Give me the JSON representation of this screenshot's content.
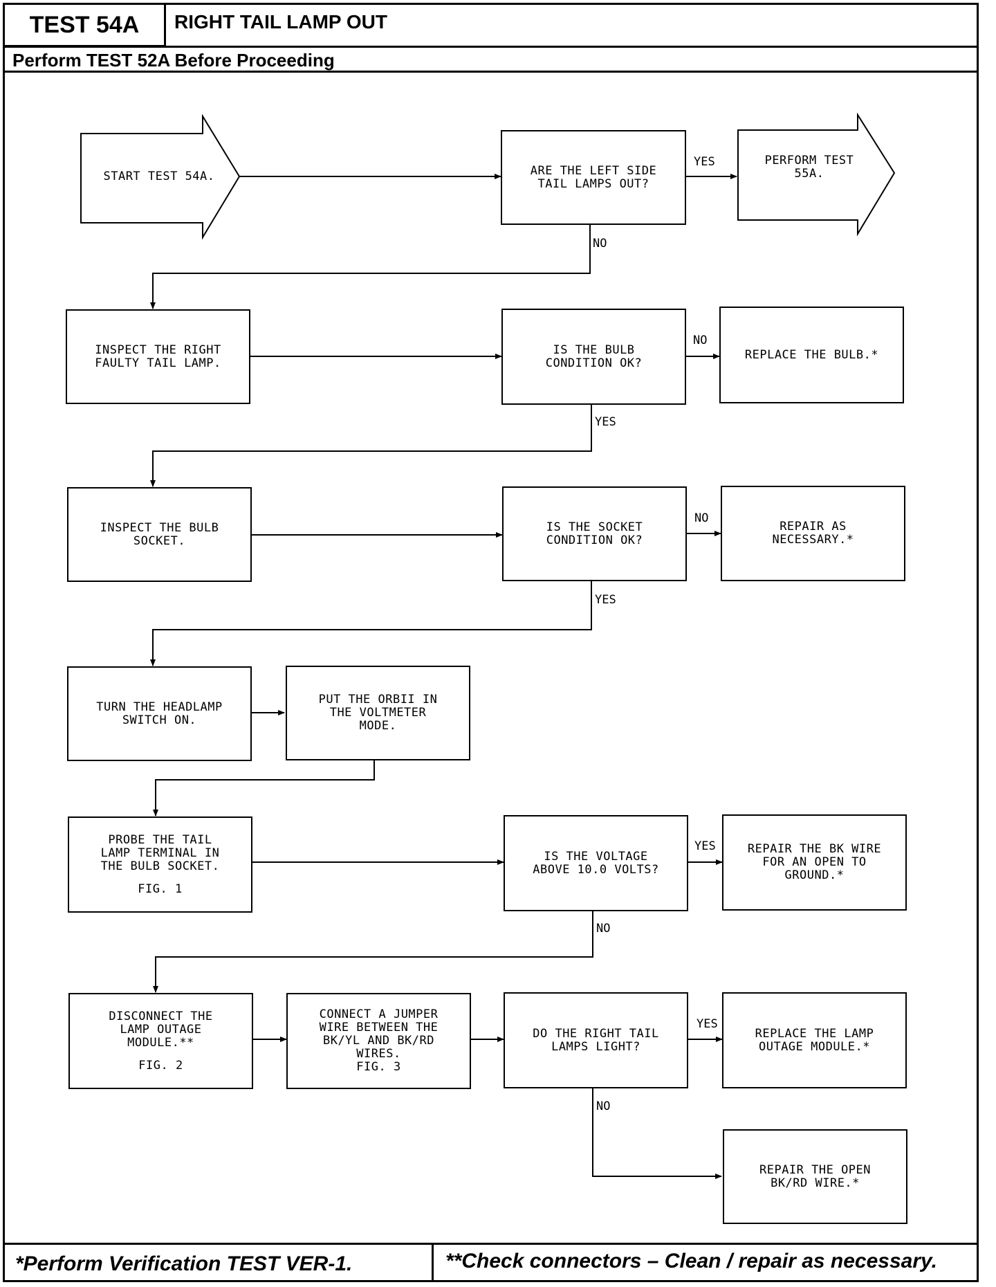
{
  "header": {
    "test_id": "TEST 54A",
    "title": "RIGHT TAIL LAMP OUT",
    "prerequisite": "Perform TEST 52A Before Proceeding"
  },
  "flow": {
    "start": "START TEST 54A.",
    "q_left_out": "ARE THE LEFT SIDE\nTAIL LAMPS OUT?",
    "perform_55a": "PERFORM TEST\n55A.",
    "inspect_lamp": "INSPECT THE RIGHT\nFAULTY TAIL LAMP.",
    "q_bulb_ok": "IS THE BULB\nCONDITION OK?",
    "replace_bulb": "REPLACE THE BULB.*",
    "inspect_socket": "INSPECT THE BULB\nSOCKET.",
    "q_socket_ok": "IS THE SOCKET\nCONDITION OK?",
    "repair_necessary": "REPAIR AS\nNECESSARY.*",
    "headlamp_on": "TURN THE HEADLAMP\nSWITCH ON.",
    "orbii_voltmeter": "PUT THE ORBII IN\nTHE VOLTMETER\nMODE.",
    "probe_terminal": "PROBE THE TAIL\nLAMP TERMINAL IN\nTHE BULB SOCKET.",
    "probe_fig": "FIG. 1",
    "q_voltage": "IS THE VOLTAGE\nABOVE 10.0 VOLTS?",
    "repair_bk": "REPAIR THE BK WIRE\nFOR AN OPEN TO\nGROUND.*",
    "disconnect_module": "DISCONNECT THE\nLAMP OUTAGE\nMODULE.**",
    "disconnect_fig": "FIG. 2",
    "connect_jumper": "CONNECT A JUMPER\nWIRE BETWEEN THE\nBK/YL AND BK/RD\nWIRES.\nFIG. 3",
    "q_lamps_light": "DO THE RIGHT TAIL\nLAMPS LIGHT?",
    "replace_module": "REPLACE THE LAMP\nOUTAGE MODULE.*",
    "repair_bkrd": "REPAIR THE OPEN\nBK/RD WIRE.*"
  },
  "labels": {
    "yes": "YES",
    "no": "NO"
  },
  "footer": {
    "left": "*Perform Verification TEST VER-1.",
    "right": "**Check connectors – Clean / repair as necessary."
  }
}
